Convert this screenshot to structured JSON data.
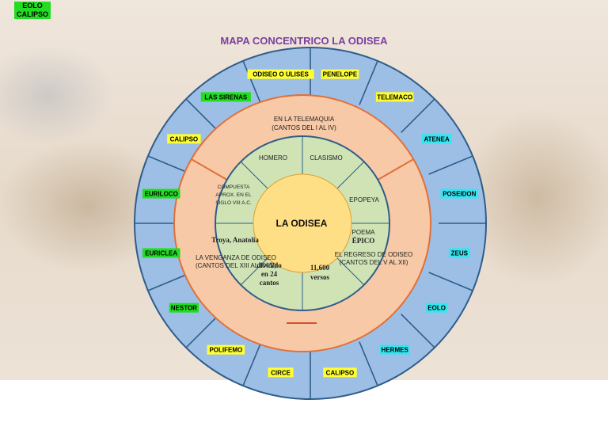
{
  "corner_label": [
    "EOLO",
    "CALIPSO"
  ],
  "title": "MAPA CONCENTRICO LA ODISEA",
  "center": "LA ODISEA",
  "middle_ring": {
    "top": [
      "EN LA TELEMAQUIA",
      "(CANTOS DEL I AL IV)"
    ],
    "left": [
      "LA VENGANZA DE ODISEO",
      "(CANTOS DEL XIII AL XXIV)"
    ],
    "right": [
      "EL REGRESO DE ODISEO",
      "(CANTOS DEL V AL XII)"
    ]
  },
  "inner_ring": {
    "homero": "HOMERO",
    "clasismo": "CLASISMO",
    "compuesta": [
      "COMPUESTA",
      "APROX. EN EL",
      "SIGLO VIII A.C."
    ],
    "epopeya": "EPOPEYA",
    "troya": "Troya, Anatolia",
    "poema": [
      "POEMA",
      "ÉPICO"
    ],
    "dividida": [
      "dividido",
      "en 24",
      "cantos"
    ],
    "versos": [
      "11,600",
      "versos"
    ]
  },
  "outer_ring": [
    {
      "label": "PENELOPE",
      "color": "#ffff33"
    },
    {
      "label": "TELEMACO",
      "color": "#ffff33"
    },
    {
      "label": "ATENEA",
      "color": "#33e6f0"
    },
    {
      "label": "POSEIDON",
      "color": "#33e6f0"
    },
    {
      "label": "ZEUS",
      "color": "#33e6f0"
    },
    {
      "label": "EOLO",
      "color": "#33e6f0"
    },
    {
      "label": "HERMES",
      "color": "#33e6f0"
    },
    {
      "label": "CALIPSO",
      "color": "#ffff33"
    },
    {
      "label": "CIRCE",
      "color": "#ffff33"
    },
    {
      "label": "POLIFEMO",
      "color": "#ffff33"
    },
    {
      "label": "NESTOR",
      "color": "#22dd22"
    },
    {
      "label": "EURICLEA",
      "color": "#22dd22"
    },
    {
      "label": "EURILOCO",
      "color": "#22dd22"
    },
    {
      "label": "CALIPSO",
      "color": "#ffff33"
    },
    {
      "label": "LAS SIRENAS",
      "color": "#22dd22"
    },
    {
      "label": "ODISEO O ULISES",
      "color": "#ffff33"
    }
  ],
  "colors": {
    "outer_fill": "#9dbfe6",
    "outer_stroke": "#2f5d8a",
    "middle_fill": "#f7c9a6",
    "middle_stroke": "#e0703a",
    "inner_fill": "#cfe3b5",
    "inner_stroke": "#2f5d8a",
    "center_fill": "#ffdf85",
    "accent_line": "#d4502a"
  }
}
